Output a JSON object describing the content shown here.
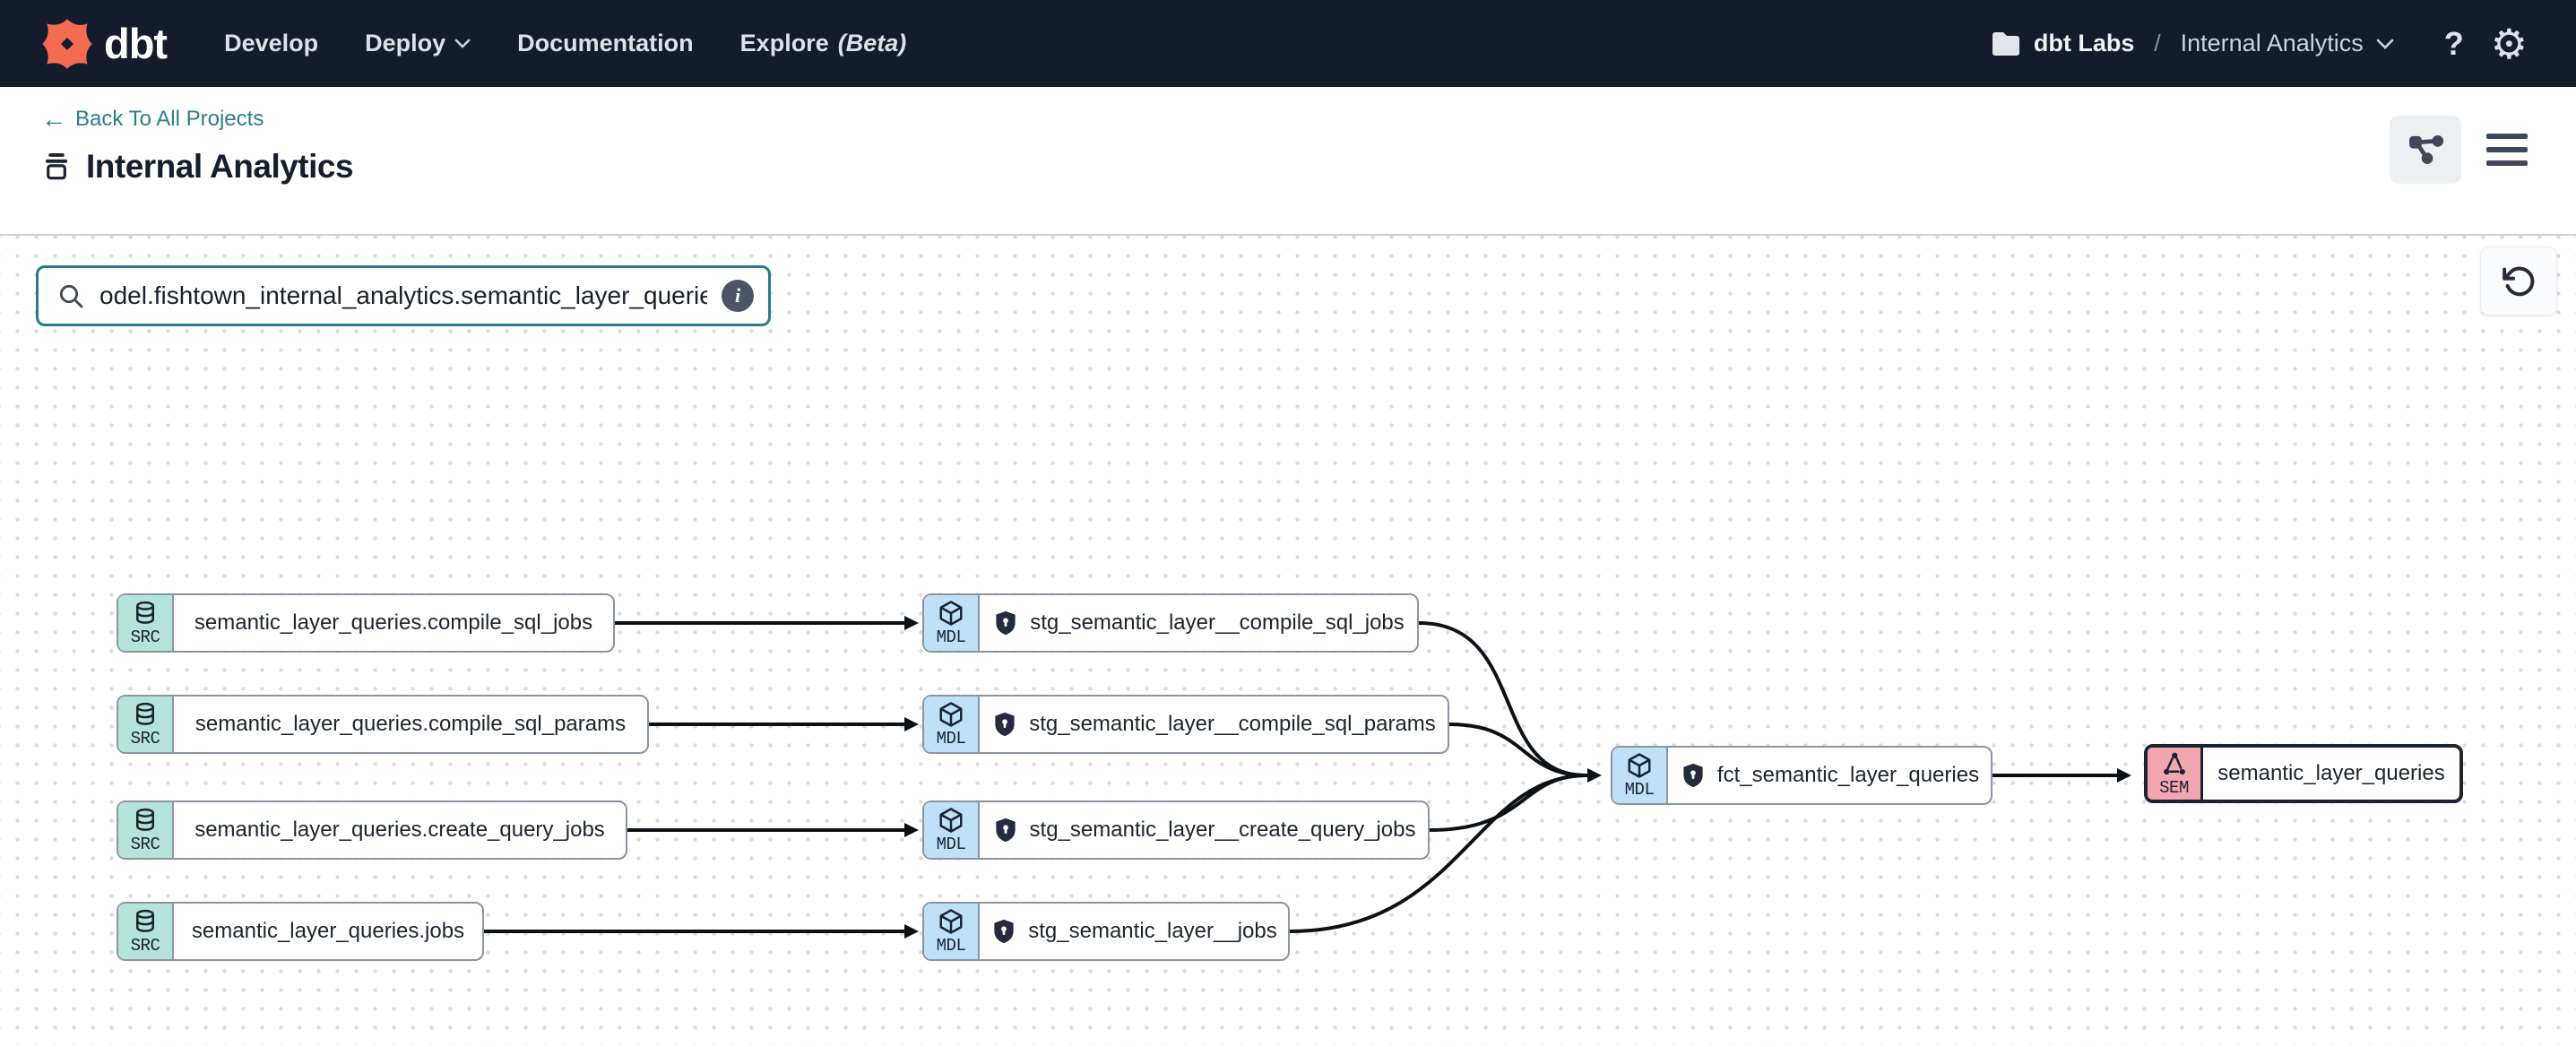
{
  "nav": {
    "brand": "dbt",
    "items": [
      {
        "label": "Develop"
      },
      {
        "label": "Deploy"
      },
      {
        "label": "Documentation"
      },
      {
        "label": "Explore",
        "suffix": "(Beta)"
      }
    ],
    "account": "dbt Labs",
    "separator": "/",
    "project": "Internal Analytics",
    "help_label": "?",
    "gear_label": "⚙"
  },
  "header": {
    "back_arrow": "←",
    "back_link": "Back To All Projects",
    "title": "Internal Analytics"
  },
  "search": {
    "value": "odel.fishtown_internal_analytics.semantic_layer_queries",
    "info_label": "i"
  },
  "graph": {
    "nodes": [
      {
        "badge": "SRC",
        "type": "source",
        "label": "semantic_layer_queries.compile_sql_jobs"
      },
      {
        "badge": "SRC",
        "type": "source",
        "label": "semantic_layer_queries.compile_sql_params"
      },
      {
        "badge": "SRC",
        "type": "source",
        "label": "semantic_layer_queries.create_query_jobs"
      },
      {
        "badge": "SRC",
        "type": "source",
        "label": "semantic_layer_queries.jobs"
      },
      {
        "badge": "MDL",
        "type": "model",
        "label": "stg_semantic_layer__compile_sql_jobs",
        "contracted": true
      },
      {
        "badge": "MDL",
        "type": "model",
        "label": "stg_semantic_layer__compile_sql_params",
        "contracted": true
      },
      {
        "badge": "MDL",
        "type": "model",
        "label": "stg_semantic_layer__create_query_jobs",
        "contracted": true
      },
      {
        "badge": "MDL",
        "type": "model",
        "label": "stg_semantic_layer__jobs",
        "contracted": true
      },
      {
        "badge": "MDL",
        "type": "model",
        "label": "fct_semantic_layer_queries",
        "contracted": true
      },
      {
        "badge": "SEM",
        "type": "semantic_model",
        "label": "semantic_layer_queries",
        "selected": true
      }
    ],
    "edges": [
      {
        "from": "semantic_layer_queries.compile_sql_jobs",
        "to": "stg_semantic_layer__compile_sql_jobs"
      },
      {
        "from": "semantic_layer_queries.compile_sql_params",
        "to": "stg_semantic_layer__compile_sql_params"
      },
      {
        "from": "semantic_layer_queries.create_query_jobs",
        "to": "stg_semantic_layer__create_query_jobs"
      },
      {
        "from": "semantic_layer_queries.jobs",
        "to": "stg_semantic_layer__jobs"
      },
      {
        "from": "stg_semantic_layer__compile_sql_jobs",
        "to": "fct_semantic_layer_queries"
      },
      {
        "from": "stg_semantic_layer__compile_sql_params",
        "to": "fct_semantic_layer_queries"
      },
      {
        "from": "stg_semantic_layer__create_query_jobs",
        "to": "fct_semantic_layer_queries"
      },
      {
        "from": "stg_semantic_layer__jobs",
        "to": "fct_semantic_layer_queries"
      },
      {
        "from": "fct_semantic_layer_queries",
        "to": "semantic_layer_queries"
      }
    ]
  },
  "colors": {
    "nav_bg": "#141b2c",
    "brand_orange": "#f26b50",
    "link_teal": "#2e7d8c",
    "src_badge": "#b6e3d9",
    "mdl_badge": "#bfe0f6",
    "sem_badge": "#f3a6af",
    "edge": "#0c1116",
    "node_border": "#8b94a2"
  }
}
